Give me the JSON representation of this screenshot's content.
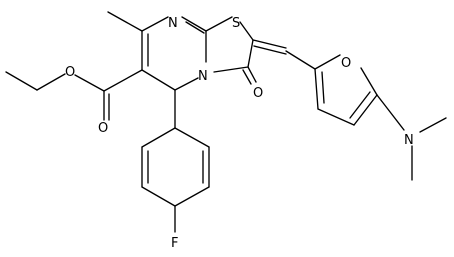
{
  "structure": {
    "atoms": {
      "N": "N",
      "S": "S",
      "O": "O",
      "F": "F"
    }
  }
}
